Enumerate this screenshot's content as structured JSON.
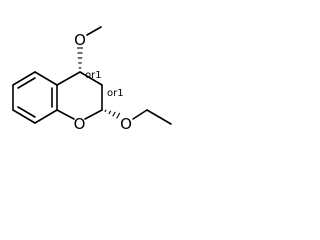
{
  "molecule": {
    "atom_labels": {
      "ring_oxygen": "O",
      "ethoxy_oxygen": "O",
      "methoxy_oxygen": "O"
    },
    "stereo_labels": {
      "c4": "or1",
      "c2": "or1"
    }
  }
}
